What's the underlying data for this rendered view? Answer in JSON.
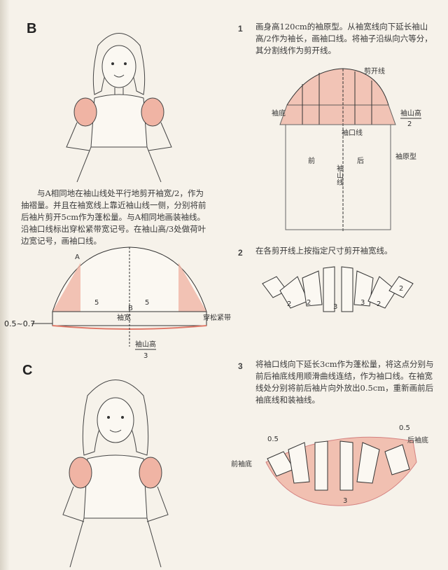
{
  "section_b": {
    "label": "B",
    "text": "与A相同地在袖山线处平行地剪开袖宽/2，作为抽褶量。并且在袖宽线上靠近袖山线一侧，分别将前后袖片剪开5cm作为蓬松量。与A相同地画装袖线。沿袖口线标出穿松紧带宽记号。在袖山高/3处做荷叶边宽记号，画袖口线。",
    "diagram": {
      "point_a": "A",
      "point_b": "B",
      "slash_left": "5",
      "slash_right": "5",
      "sleeve_width": "袖宽",
      "hem_allowance": "0.5~0.7",
      "elastic": "穿松紧带",
      "cap_height": "袖山高",
      "cap_divisor": "3"
    }
  },
  "section_c": {
    "label": "C"
  },
  "steps": [
    {
      "number": "1",
      "text": "画身高120cm的袖原型。从袖宽线向下延长袖山高/2作为袖长，画袖口线。将袖子沿纵向六等分，其分割线作为剪开线。",
      "diagram": {
        "slash_line": "剪开线",
        "underarm": "袖底",
        "cap_height": "袖山高",
        "cap_divisor": "2",
        "hem_line": "袖口线",
        "front": "前",
        "center_line": "袖山线",
        "back": "后",
        "sleeve_block": "袖原型"
      }
    },
    {
      "number": "2",
      "text": "在各剪开线上按指定尺寸剪开袖宽线。",
      "diagram": {
        "gaps": [
          "2",
          "2",
          "3",
          "3",
          "2",
          "2"
        ]
      }
    },
    {
      "number": "3",
      "text": "将袖口线向下延长3cm作为蓬松量，将这点分别与前后袖底线用顺滑曲线连结，作为袖口线。在袖宽线处分别将前后袖片向外放出0.5cm，重新画前后袖底线和装袖线。",
      "diagram": {
        "left_ext": "0.5",
        "right_ext": "0.5",
        "back_underarm": "后袖底",
        "front_underarm": "前袖底",
        "hem_drop": "3"
      }
    }
  ],
  "colors": {
    "fill_pink": "#f0b4a4",
    "line": "#3a3a3a",
    "paper": "#f6f2ea"
  }
}
